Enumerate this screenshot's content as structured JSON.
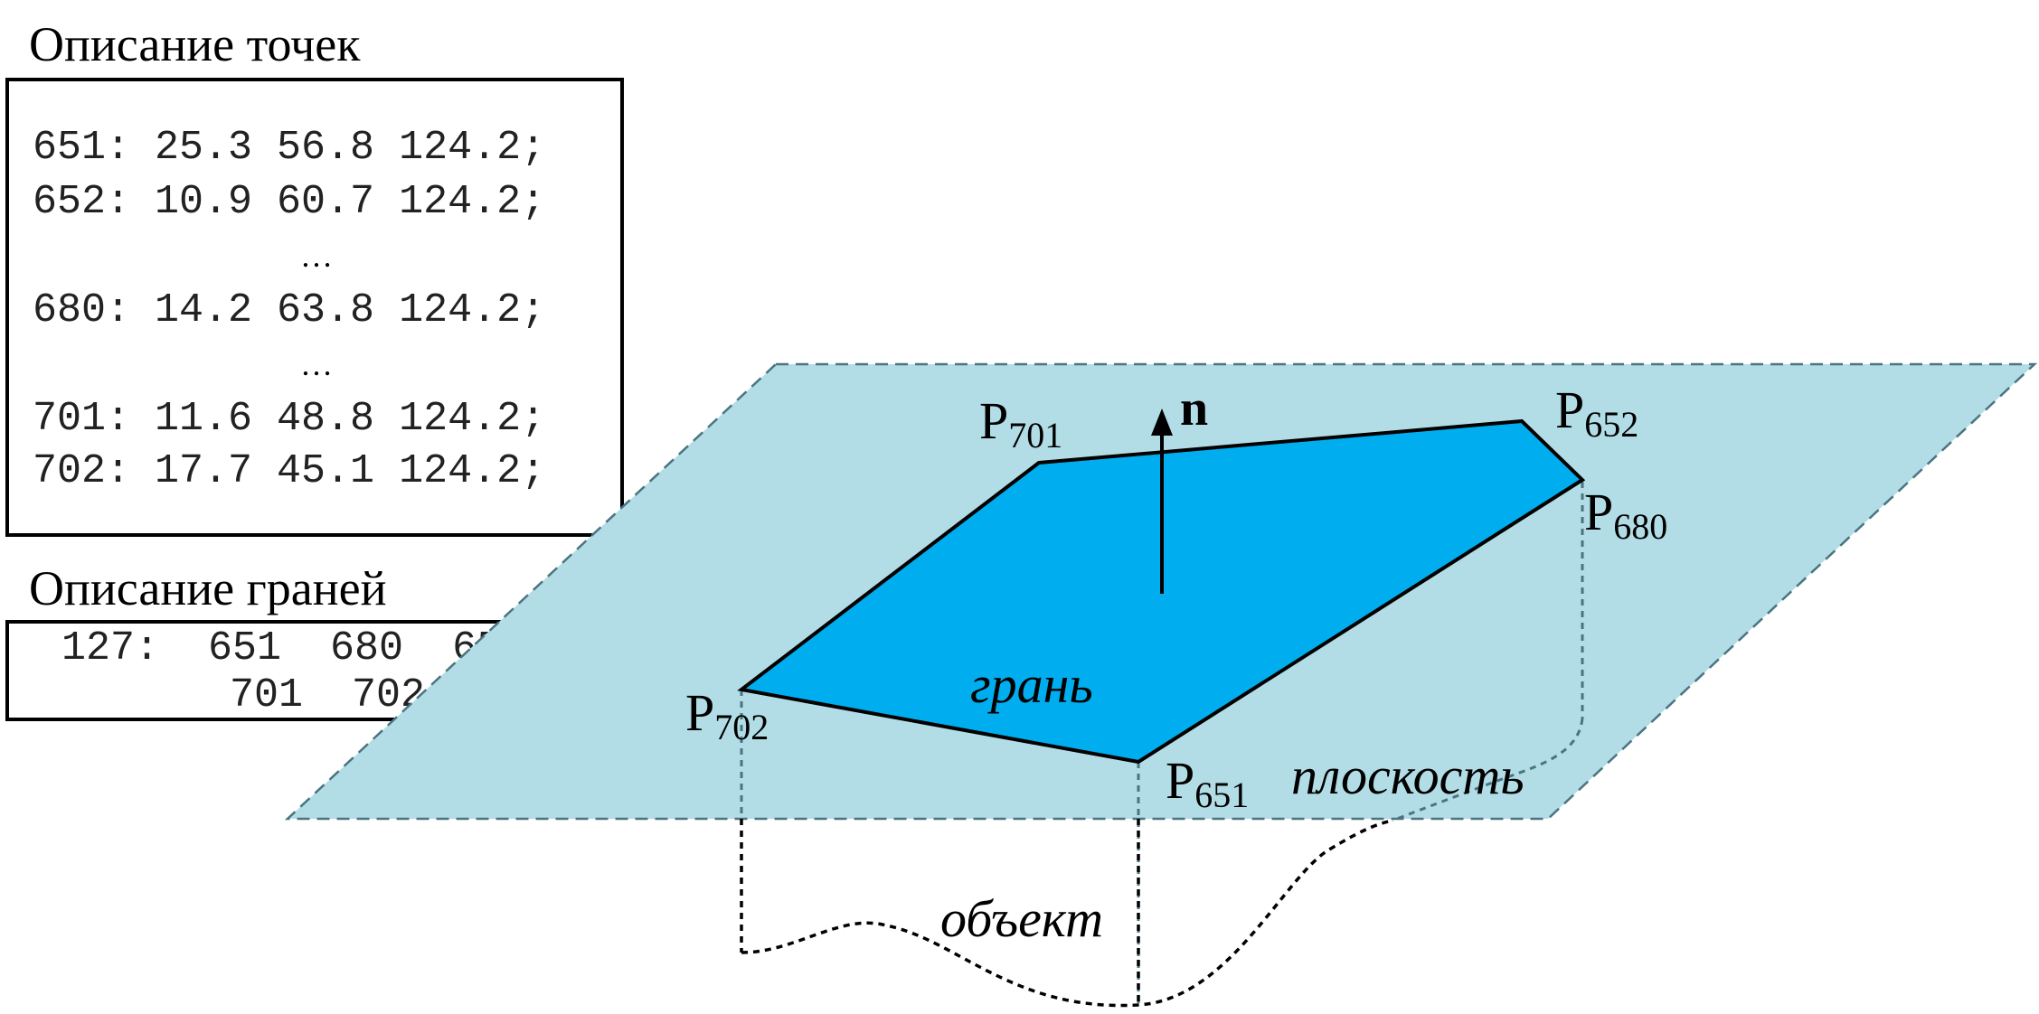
{
  "points_section": {
    "title": "Описание точек",
    "rows": [
      "651: 25.3 56.8 124.2;",
      "652: 10.9 60.7 124.2;",
      "…",
      "680: 14.2 63.8 124.2;",
      "…",
      "701: 11.6 48.8 124.2;",
      "702: 17.7 45.1 124.2;"
    ]
  },
  "faces_section": {
    "title": "Описание граней",
    "line1": "127:  651  680  652",
    "line2": "701  702;"
  },
  "diagram": {
    "normal_label": "n",
    "face_label": "грань",
    "plane_label": "плоскость",
    "object_label": "объект",
    "vertices": [
      {
        "id": "p701",
        "letter": "P",
        "sub": "701"
      },
      {
        "id": "p652",
        "letter": "P",
        "sub": "652"
      },
      {
        "id": "p680",
        "letter": "P",
        "sub": "680"
      },
      {
        "id": "p702",
        "letter": "P",
        "sub": "702"
      },
      {
        "id": "p651",
        "letter": "P",
        "sub": "651"
      }
    ],
    "colors": {
      "plane_fill": "#b3dde6",
      "face_fill": "#00aeef",
      "dash_stroke": "#4a7580",
      "edge_stroke": "#000000"
    }
  }
}
